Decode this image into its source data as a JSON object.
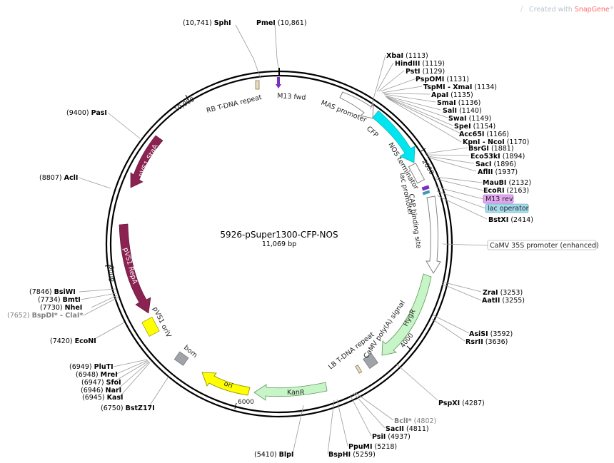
{
  "watermark": {
    "prefix": "Created with ",
    "brand": "SnapGene",
    "reg": "®"
  },
  "plasmid": {
    "name": "5926-pSuper1300-CFP-NOS",
    "length": "11,069 bp"
  },
  "ticks": [
    "10,000",
    "2000",
    "4000",
    "6000",
    "8000"
  ],
  "features": {
    "rb": "RB T-DNA repeat",
    "m13fwd": "M13 fwd",
    "mas": "MAS promoter",
    "cfp": "CFP",
    "nos": "NOS terminator",
    "lacprom": "lac promoter",
    "cap": "CAP binding site",
    "m13rev": "M13 rev",
    "lacop": "lac operator",
    "camv35s": "CaMV 35S promoter (enhanced)",
    "hygr": "HygR",
    "camvpa": "CaMV poly(A) signal",
    "lb": "LB T-DNA repeat",
    "kanr": "KanR",
    "ori": "ori",
    "bom": "bom",
    "orivs1": "pVS1 oriV",
    "repa": "pVS1 RepA",
    "staa": "pVS1 StaA"
  },
  "sites": [
    {
      "name": "SphI",
      "pos": "(10,741)"
    },
    {
      "name": "PmeI",
      "pos": "(10,861)"
    },
    {
      "name": "XbaI",
      "pos": "(1113)"
    },
    {
      "name": "HindIII",
      "pos": "(1119)"
    },
    {
      "name": "PstI",
      "pos": "(1129)"
    },
    {
      "name": "PspOMI",
      "pos": "(1131)"
    },
    {
      "name": "TspMI - XmaI",
      "pos": "(1134)"
    },
    {
      "name": "ApaI",
      "pos": "(1135)"
    },
    {
      "name": "SmaI",
      "pos": "(1136)"
    },
    {
      "name": "SalI",
      "pos": "(1140)"
    },
    {
      "name": "SwaI",
      "pos": "(1149)"
    },
    {
      "name": "SpeI",
      "pos": "(1154)"
    },
    {
      "name": "Acc65I",
      "pos": "(1166)"
    },
    {
      "name": "KpnI - NcoI",
      "pos": "(1170)"
    },
    {
      "name": "BsrGI",
      "pos": "(1881)"
    },
    {
      "name": "Eco53kI",
      "pos": "(1894)"
    },
    {
      "name": "SacI",
      "pos": "(1896)"
    },
    {
      "name": "AflII",
      "pos": "(1937)"
    },
    {
      "name": "MauBI",
      "pos": "(2132)"
    },
    {
      "name": "EcoRI",
      "pos": "(2163)"
    },
    {
      "name": "BstXI",
      "pos": "(2414)"
    },
    {
      "name": "ZraI",
      "pos": "(3253)"
    },
    {
      "name": "AatII",
      "pos": "(3255)"
    },
    {
      "name": "AsiSI",
      "pos": "(3592)"
    },
    {
      "name": "RsrII",
      "pos": "(3636)"
    },
    {
      "name": "PspXI",
      "pos": "(4287)"
    },
    {
      "name": "BclI*",
      "pos": "(4802)"
    },
    {
      "name": "SacII",
      "pos": "(4811)"
    },
    {
      "name": "PsiI",
      "pos": "(4937)"
    },
    {
      "name": "PpuMI",
      "pos": "(5218)"
    },
    {
      "name": "BspHI",
      "pos": "(5259)"
    },
    {
      "name": "BlpI",
      "pos": "(5410)"
    },
    {
      "name": "BstZ17I",
      "pos": "(6750)"
    },
    {
      "name": "KasI",
      "pos": "(6945)"
    },
    {
      "name": "NarI",
      "pos": "(6946)"
    },
    {
      "name": "SfoI",
      "pos": "(6947)"
    },
    {
      "name": "MreI",
      "pos": "(6948)"
    },
    {
      "name": "PluTI",
      "pos": "(6949)"
    },
    {
      "name": "EcoNI",
      "pos": "(7420)"
    },
    {
      "name": "BspDI* - ClaI*",
      "pos": "(7652)"
    },
    {
      "name": "NheI",
      "pos": "(7730)"
    },
    {
      "name": "BmtI",
      "pos": "(7734)"
    },
    {
      "name": "BsiWI",
      "pos": "(7846)"
    },
    {
      "name": "AclI",
      "pos": "(8807)"
    },
    {
      "name": "PasI",
      "pos": "(9400)"
    }
  ],
  "colors": {
    "cfp": "#00e5ee",
    "hygr": "#c8f5c8",
    "kanr": "#c8f5c8",
    "ori": "#ffff00",
    "orivs1": "#ffff00",
    "repa": "#8b2252",
    "staa": "#8b2252",
    "m13": "#7b2fbf",
    "m13rev_bg": "#e3a8f2",
    "lacop_bg": "#a6dcec",
    "bom": "#a0a4a8",
    "watermark_brand": "#ff6b6b"
  }
}
